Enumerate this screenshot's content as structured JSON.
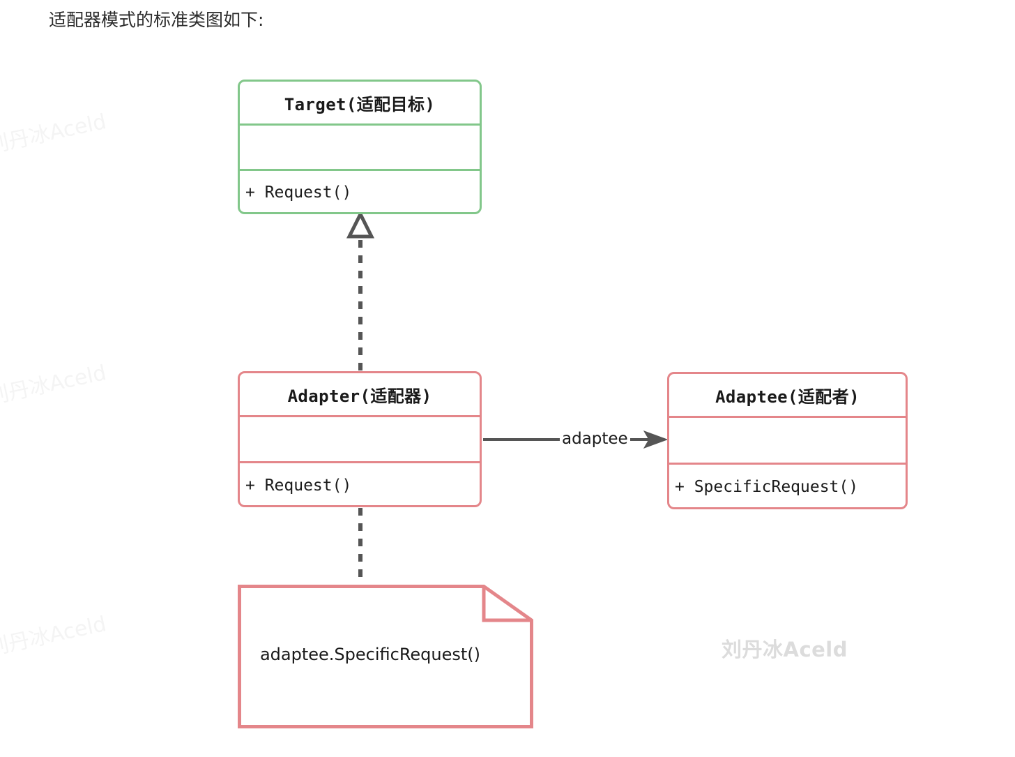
{
  "page": {
    "heading": "适配器模式的标准类图如下:",
    "background_color": "#ffffff"
  },
  "colors": {
    "target_border": "#82c78a",
    "adapter_border": "#e4868a",
    "adaptee_border": "#e4868a",
    "note_border": "#e4868a",
    "connector": "#555555",
    "text": "#1a1a1a",
    "watermark": "#dcdcdc"
  },
  "diagram": {
    "type": "uml-class-diagram",
    "classes": [
      {
        "id": "target",
        "name": "Target(适配目标)",
        "stereotype": "interface",
        "attributes": [],
        "methods": [
          "+ Request()"
        ],
        "border_color": "#82c78a"
      },
      {
        "id": "adapter",
        "name": "Adapter(适配器)",
        "stereotype": "class",
        "attributes": [],
        "methods": [
          "+ Request()"
        ],
        "border_color": "#e4868a"
      },
      {
        "id": "adaptee",
        "name": "Adaptee(适配者)",
        "stereotype": "class",
        "attributes": [],
        "methods": [
          "+ SpecificRequest()"
        ],
        "border_color": "#e4868a"
      }
    ],
    "note": {
      "id": "note-adapter-request",
      "text": "adaptee.SpecificRequest()",
      "attached_to": "adapter",
      "border_color": "#e4868a"
    },
    "relationships": [
      {
        "id": "rel-realization",
        "from": "adapter",
        "to": "target",
        "type": "realization",
        "line": "dashed",
        "arrowhead": "hollow-triangle",
        "label": ""
      },
      {
        "id": "rel-association",
        "from": "adapter",
        "to": "adaptee",
        "type": "association",
        "line": "solid",
        "arrowhead": "filled-arrow",
        "label": "adaptee"
      },
      {
        "id": "rel-note-link",
        "from": "adapter",
        "to": "note-adapter-request",
        "type": "note-link",
        "line": "dashed",
        "arrowhead": "none",
        "label": ""
      }
    ]
  },
  "watermarks": {
    "main": "刘丹冰Aceld",
    "edge": "刘丹冰Aceld"
  }
}
